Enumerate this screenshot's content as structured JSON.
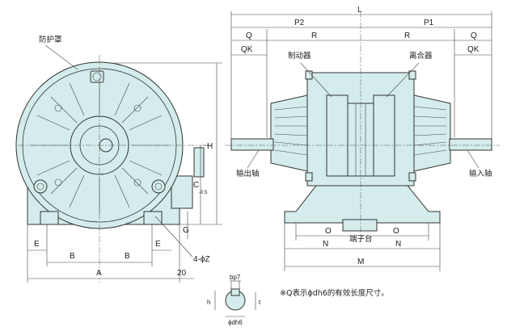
{
  "labels": {
    "guard": "防护罩",
    "brake": "制动器",
    "clutch": "离合器",
    "output_shaft": "输出轴",
    "input_shaft": "输入轴",
    "terminal_box": "端子台",
    "note": "※Q表示ϕdh6的有效长度尺寸。"
  },
  "dims": {
    "L": "L",
    "P2": "P2",
    "P1": "P1",
    "Q": "Q",
    "QK": "QK",
    "R": "R",
    "H": "H",
    "C": "C",
    "C_sub": "-0.5",
    "E": "E",
    "B": "B",
    "A": "A",
    "G": "G",
    "Z": "4-ϕZ",
    "dim20": "20",
    "O": "O",
    "N": "N",
    "M": "M",
    "bp7": "bp7",
    "h": "h",
    "t": "t",
    "dh6": "ϕdh6"
  },
  "colors": {
    "body_fill": "#d4ecec",
    "line": "#333333",
    "background": "#ffffff"
  }
}
